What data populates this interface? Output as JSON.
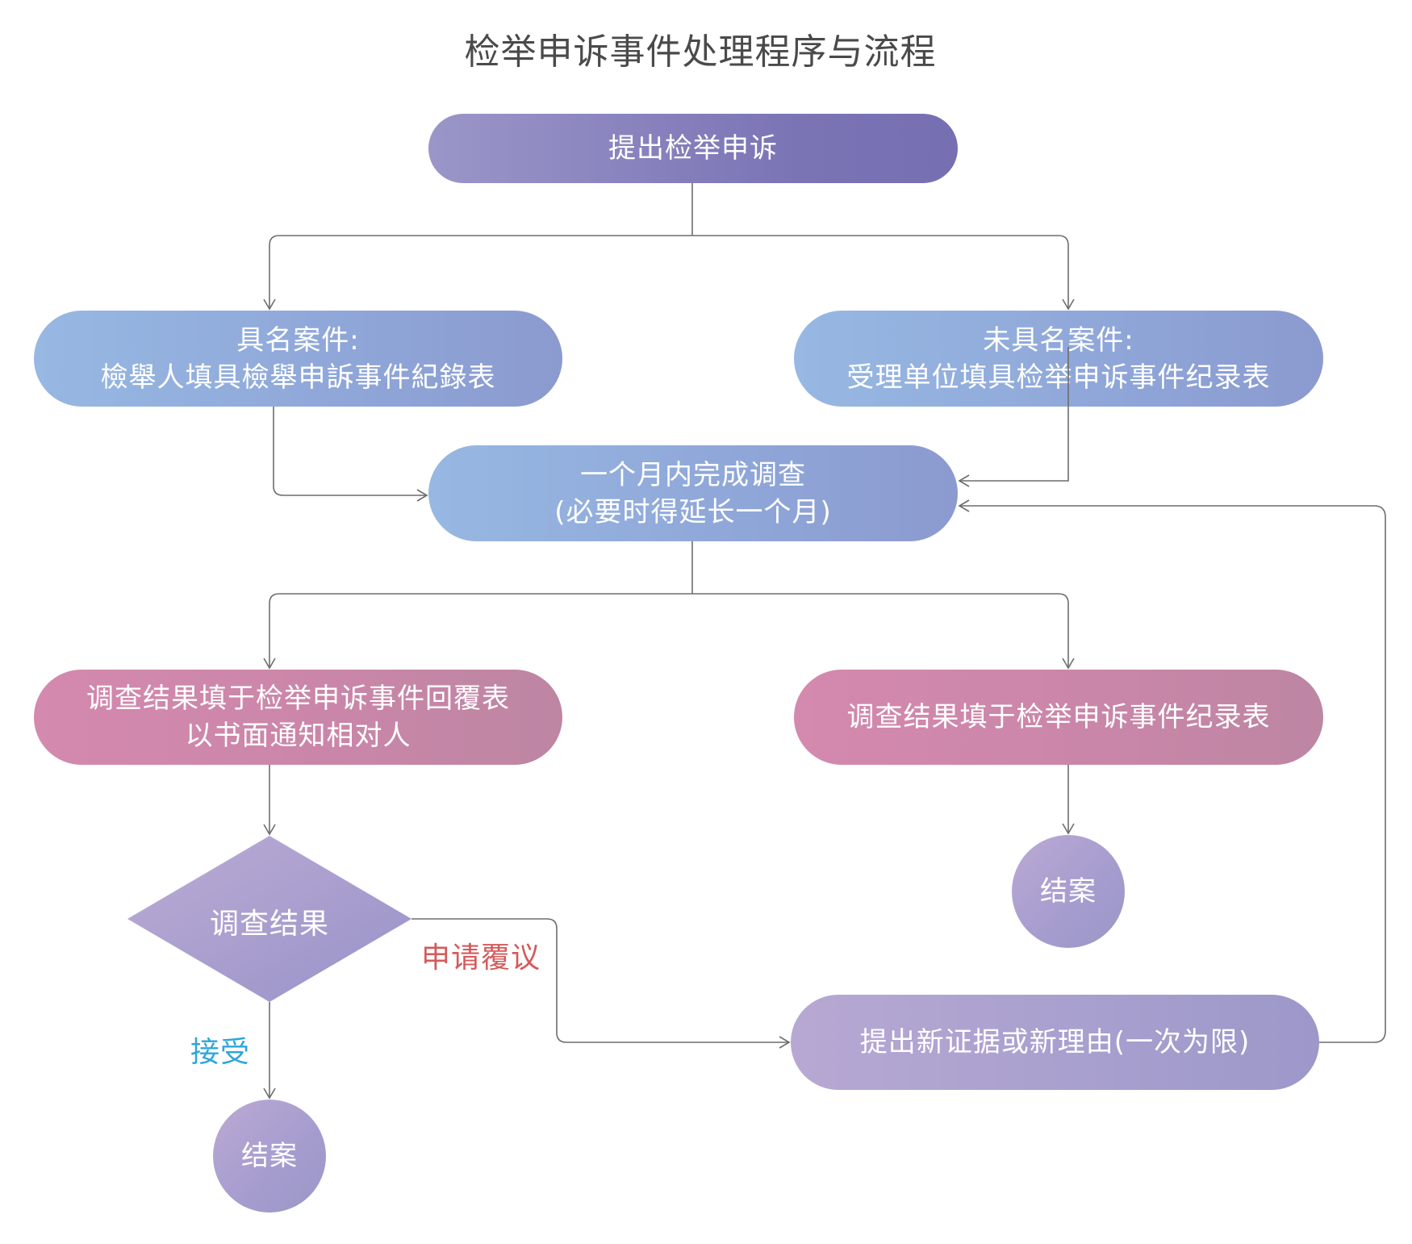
{
  "title": "检举申诉事件处理程序与流程",
  "colors": {
    "connector": "#6d6d6d",
    "appeal_label": "#d45a5a",
    "accept_label": "#2fa6d8"
  },
  "nodes": {
    "start": {
      "line1": "提出检举申诉"
    },
    "named_case": {
      "line1": "具名案件:",
      "line2": "檢舉人填具檢舉申訴事件紀錄表"
    },
    "anonymous_case": {
      "line1": "未具名案件:",
      "line2": "受理单位填具检举申诉事件纪录表"
    },
    "investigate": {
      "line1": "一个月内完成调查",
      "line2": "(必要时得延长一个月)"
    },
    "result_reply": {
      "line1": "调查结果填于检举申诉事件回覆表",
      "line2": "以书面通知相对人"
    },
    "result_record": {
      "line1": "调查结果填于检举申诉事件纪录表"
    },
    "decision": {
      "line1": "调查结果"
    },
    "close_right": {
      "line1": "结案"
    },
    "close_left": {
      "line1": "结案"
    },
    "new_evidence": {
      "line1": "提出新证据或新理由(一次为限)"
    }
  },
  "edge_labels": {
    "appeal": "申请覆议",
    "accept": "接受"
  }
}
